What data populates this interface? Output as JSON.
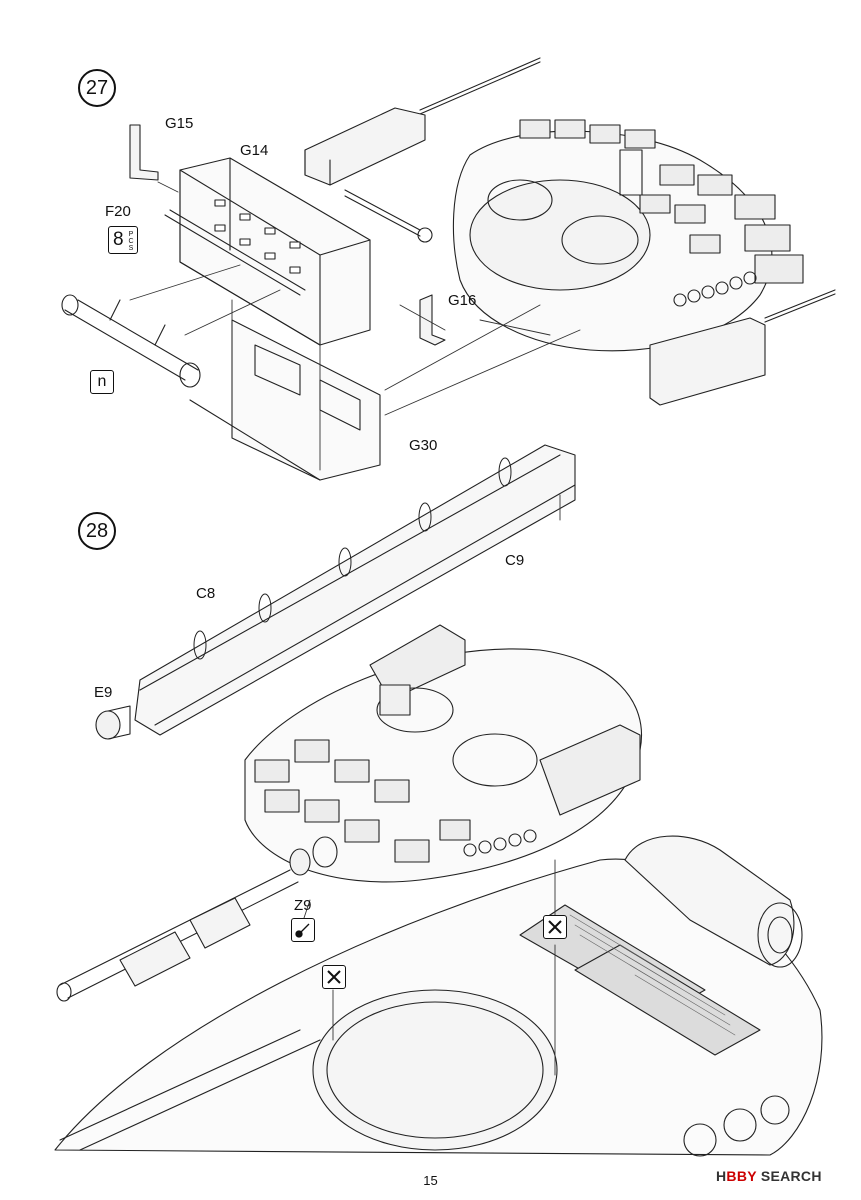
{
  "steps": [
    {
      "number": "27",
      "parts": {
        "g15": "G15",
        "g14": "G14",
        "f20": "F20",
        "f20_qty": "8",
        "f20_qty_unit": "PCS",
        "g16": "G16",
        "g30": "G30",
        "option_n": "n"
      }
    },
    {
      "number": "28",
      "parts": {
        "c8": "C8",
        "c9": "C9",
        "e9": "E9",
        "z9": "Z9"
      }
    }
  ],
  "icons": {
    "no_glue": "no-glue-icon",
    "apply_glue": "glue-brush-icon"
  },
  "footer": {
    "page_number": "15",
    "watermark_prefix": "H",
    "watermark_brand": "BBY",
    "watermark_suffix": " SEARCH"
  }
}
